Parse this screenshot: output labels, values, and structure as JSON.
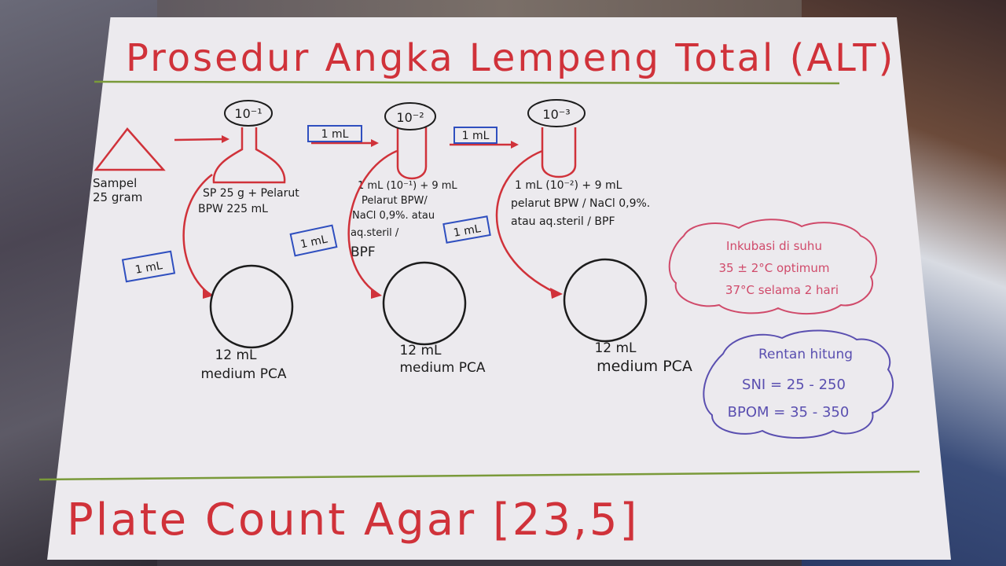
{
  "title": "Prosedur Angka Lempeng Total (ALT)",
  "footer": "Plate Count Agar [23,5]",
  "sample": {
    "line1": "Sampel",
    "line2": "25 gram"
  },
  "dilutions": [
    {
      "label": "10⁻¹",
      "desc_lines": [
        "SP 25 g + Pelarut",
        "BPW 225 mL"
      ]
    },
    {
      "label": "10⁻²",
      "desc_lines": [
        "1 mL (10⁻¹) + 9 mL",
        "Pelarut BPW/",
        "NaCl 0,9%. atau",
        "aq.steril /",
        "BPF"
      ]
    },
    {
      "label": "10⁻³",
      "desc_lines": [
        "1 mL (10⁻²) + 9 mL",
        "pelarut BPW / NaCl 0,9%.",
        "atau aq.steril / BPF"
      ]
    }
  ],
  "transfer_labels": {
    "to_tube2": "1 mL",
    "to_tube3": "1 mL",
    "to_plate1": "1 mL",
    "to_plate2": "1 mL",
    "to_plate3": "1 mL"
  },
  "plates": [
    {
      "line1": "12 mL",
      "line2": "medium PCA"
    },
    {
      "line1": "12 mL",
      "line2": "medium PCA"
    },
    {
      "line1": "12 mL",
      "line2": "medium PCA"
    }
  ],
  "incubation": {
    "lines": [
      "Inkubasi di suhu",
      "35 ± 2°C optimum",
      "37°C selama 2 hari"
    ]
  },
  "count_range": {
    "title": "Rentan hitung",
    "lines": [
      "SNI = 25 - 250",
      "BPOM = 35 - 350"
    ]
  },
  "colors": {
    "red": "#d0323a",
    "blue": "#2f4fbf",
    "pink": "#d04a6a",
    "purple": "#5a4fb0",
    "green": "#7a9a3a",
    "ink": "#1c1c1c",
    "paper": "#eceaee"
  }
}
